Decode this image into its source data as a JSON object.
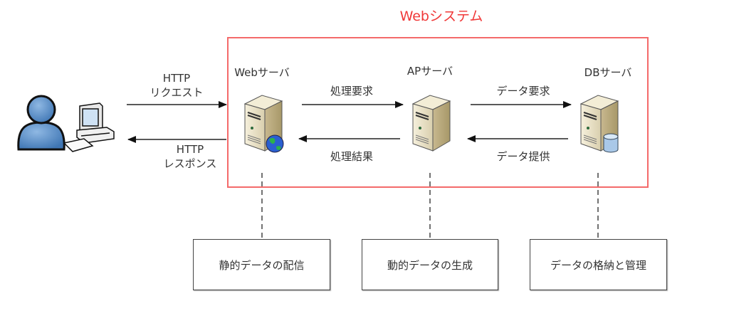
{
  "title": "Webシステム",
  "client": {
    "request_label_1": "HTTP",
    "request_label_2": "リクエスト",
    "response_label_1": "HTTP",
    "response_label_2": "レスポンス"
  },
  "servers": [
    {
      "name": "Webサーバ",
      "badge": "globe-icon"
    },
    {
      "name": "APサーバ",
      "badge": ""
    },
    {
      "name": "DBサーバ",
      "badge": "database-icon"
    }
  ],
  "flows": {
    "web_to_ap": "処理要求",
    "ap_to_web": "処理結果",
    "ap_to_db": "データ要求",
    "db_to_ap": "データ提供"
  },
  "functions": [
    "静的データの配信",
    "動的データの生成",
    "データの格納と管理"
  ],
  "colors": {
    "system_border": "#f46a6a",
    "title": "#f03838",
    "user": "#5b8fc7"
  }
}
